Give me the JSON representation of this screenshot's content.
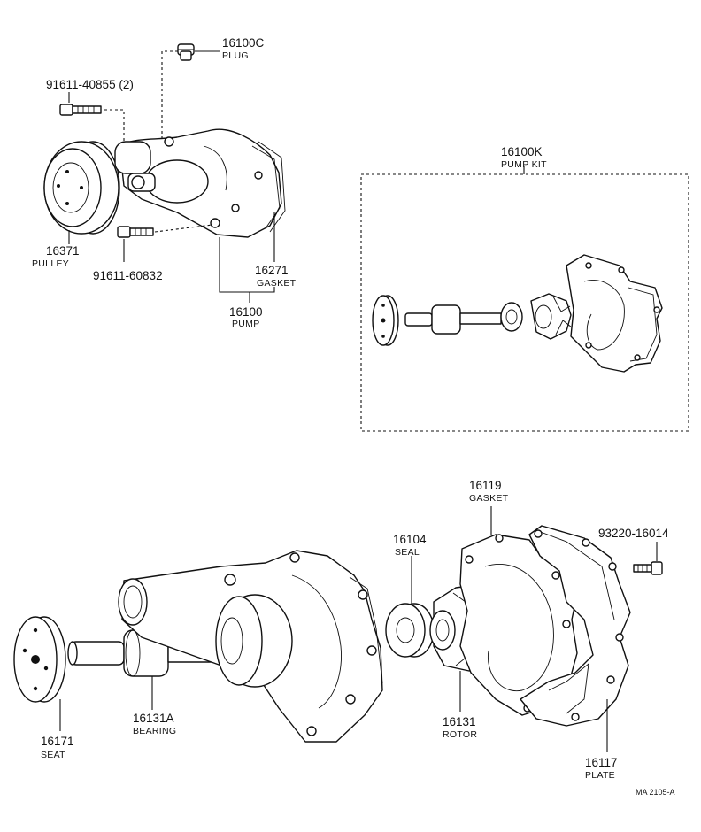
{
  "callouts": {
    "plug": {
      "number": "16100C",
      "name": "PLUG"
    },
    "bolt_top": {
      "number": "91611-40855  (2)",
      "name": ""
    },
    "pulley": {
      "number": "16371",
      "name": "PULLEY"
    },
    "bolt_lower": {
      "number": "91611-60832",
      "name": ""
    },
    "gasket_upper": {
      "number": "16271",
      "name": "GASKET"
    },
    "pump": {
      "number": "16100",
      "name": "PUMP"
    },
    "pump_kit": {
      "number": "16100K",
      "name": "PUMP KIT"
    },
    "gasket_lower": {
      "number": "16119",
      "name": "GASKET"
    },
    "seal": {
      "number": "16104",
      "name": "SEAL"
    },
    "screw": {
      "number": "93220-16014",
      "name": ""
    },
    "seat": {
      "number": "16171",
      "name": "SEAT"
    },
    "bearing": {
      "number": "16131A",
      "name": "BEARING"
    },
    "rotor": {
      "number": "16131",
      "name": "ROTOR"
    },
    "plate": {
      "number": "16117",
      "name": "PLATE"
    }
  },
  "figure_code": "MA 2105-A"
}
